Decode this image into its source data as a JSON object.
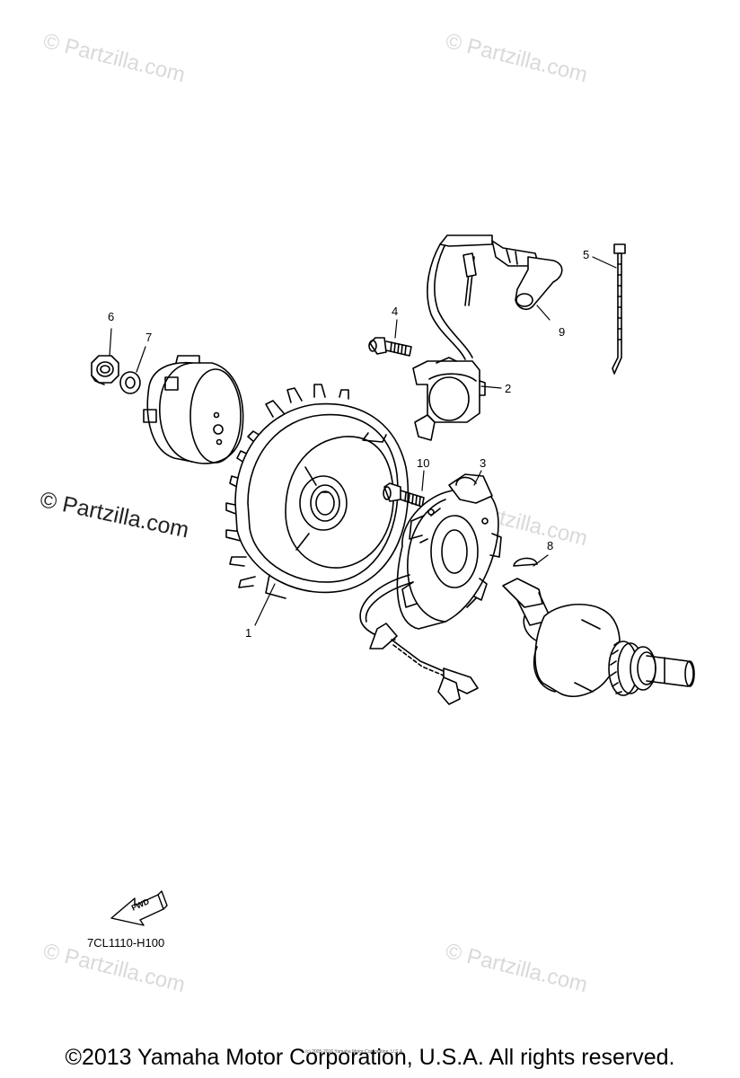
{
  "watermarks": {
    "small": "© Partzilla.com",
    "large": "© Partzilla.com"
  },
  "callouts": {
    "p1": "1",
    "p2": "2",
    "p3": "3",
    "p4": "4",
    "p5": "5",
    "p6": "6",
    "p7": "7",
    "p8": "8",
    "p9": "9",
    "p10": "10"
  },
  "fwd_label": "FWD",
  "diagram_code": "7CL1110-H100",
  "tiny_copyright": "(c) 2005-2016 Yamaha Motor Corporation, U.S.A.",
  "footer": "©2013 Yamaha Motor Corporation, U.S.A. All rights reserved."
}
